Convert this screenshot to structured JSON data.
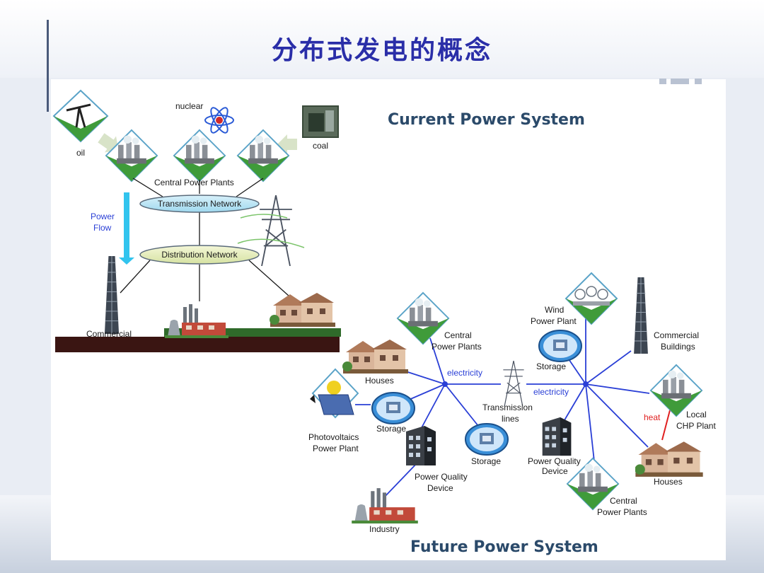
{
  "slide": {
    "title": "分布式发电的概念"
  },
  "current": {
    "title": "Current Power System",
    "nuclear": "nuclear",
    "oil": "oil",
    "coal": "coal",
    "central_plants": "Central Power Plants",
    "transmission": "Transmission Network",
    "distribution": "Distribution Network",
    "power_flow_1": "Power",
    "power_flow_2": "Flow",
    "commercial": "Commercial"
  },
  "future": {
    "title": "Future Power System",
    "central_top_1": "Central",
    "central_top_2": "Power Plants",
    "electricity_1": "electricity",
    "electricity_2": "electricity",
    "houses_left": "Houses",
    "storage_left": "Storage",
    "pv_1": "Photovoltaics",
    "pv_2": "Power Plant",
    "pq_left_1": "Power Quality",
    "pq_left_2": "Device",
    "storage_mid": "Storage",
    "industry": "Industry",
    "trans_1": "Transmission",
    "trans_2": "lines",
    "wind_1": "Wind",
    "wind_2": "Power Plant",
    "storage_right": "Storage",
    "commercial_1": "Commercial",
    "commercial_2": "Buildings",
    "heat": "heat",
    "chp_1": "Local",
    "chp_2": "CHP Plant",
    "houses_right": "Houses",
    "pq_right_1": "Power Quality",
    "pq_right_2": "Device",
    "central_bottom_1": "Central",
    "central_bottom_2": "Power Plants"
  },
  "colors": {
    "title": "#2a2ea8",
    "node_line": "#2a3fd6",
    "heat_line": "#e02020",
    "arrow": "#32c4ee",
    "ground": "#3a1512"
  }
}
